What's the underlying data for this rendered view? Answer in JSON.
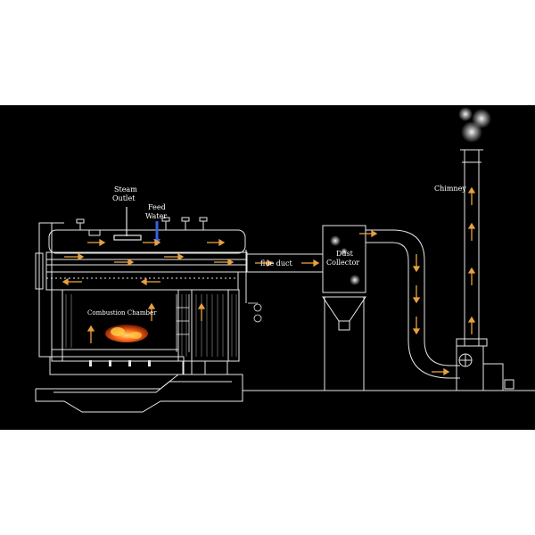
{
  "labels": {
    "steam_outlet_line1": "Steam",
    "steam_outlet_line2": "Outlet",
    "feed_water_line1": "Feed",
    "feed_water_line2": "Water",
    "flue_duct": "flue duct",
    "dust_collector_line1": "Dust",
    "dust_collector_line2": "Collector",
    "combustion_chamber": "Combustion Chamber",
    "chimney": "Chimney"
  },
  "colors": {
    "background": "#000000",
    "line": "#e8e8e8",
    "flow_arrow": "#e8a040",
    "feed_water": "#3a5fe0",
    "flame": "#ff6a1a",
    "page": "#ffffff"
  }
}
